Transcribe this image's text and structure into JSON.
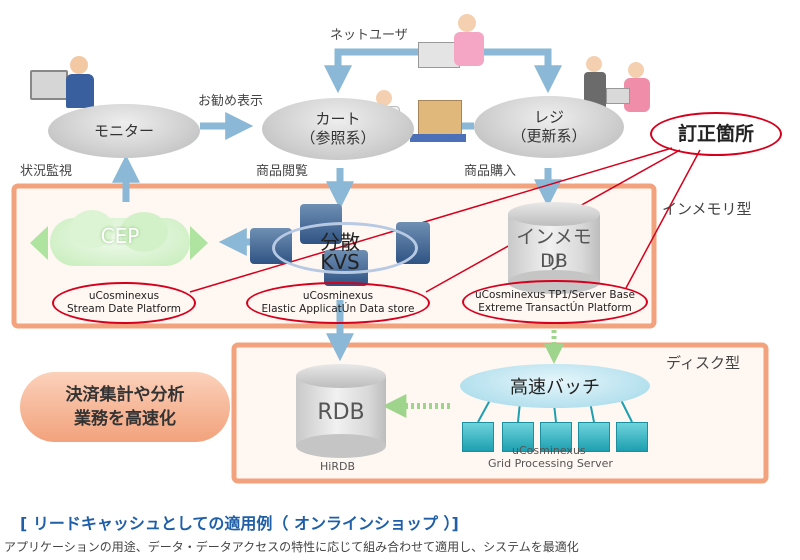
{
  "nodes": {
    "net_user": "ネットユーザ",
    "monitor": "モニター",
    "cart_line1": "カート",
    "cart_line2": "（参照系）",
    "register_line1": "レジ",
    "register_line2": "（更新系）",
    "cep": "CEP",
    "kvs_line1": "分散",
    "kvs_line2": "KVS",
    "inmem_line1": "インメモリ",
    "inmem_line2": "DB",
    "rdb": "RDB",
    "rdb_sub": "HiRDB",
    "batch": "高速バッチ",
    "grid_line1": "uCosminexus",
    "grid_line2": "Grid Processing Server",
    "settle_line1": "決済集計や分析",
    "settle_line2": "業務を高速化"
  },
  "arrow_labels": {
    "recommend": "お勧め表示",
    "status": "状況監視",
    "browse": "商品閲覧",
    "purchase": "商品購入"
  },
  "zones": {
    "inmemory": "インメモリ型",
    "disk": "ディスク型"
  },
  "callouts": {
    "correction": "訂正箇所",
    "cep_product_line1": "uCosminexus",
    "cep_product_line2": "Stream Date Platform",
    "kvs_product_line1": "uCosminexus",
    "kvs_product_line2": "Elastic ApplicatÚn Data store",
    "tp1_product_line1": "uCosminexus TP1/Server Base",
    "tp1_product_line2": "Extreme TransactÚn Platform"
  },
  "caption": {
    "title": "[ リードキャッシュとしての適用例（ オンラインショップ ）]",
    "description": "アプリケーションの用途、データ・データアクセスの特性に応じて組み合わせて適用し、システムを最適化"
  },
  "colors": {
    "arrow_blue": "#8ab8d6",
    "zone_orange": "#f2a27c",
    "accent_red": "#d6001c",
    "green_arrow": "#8ccf7a",
    "caption_blue": "#1f5fa8"
  }
}
